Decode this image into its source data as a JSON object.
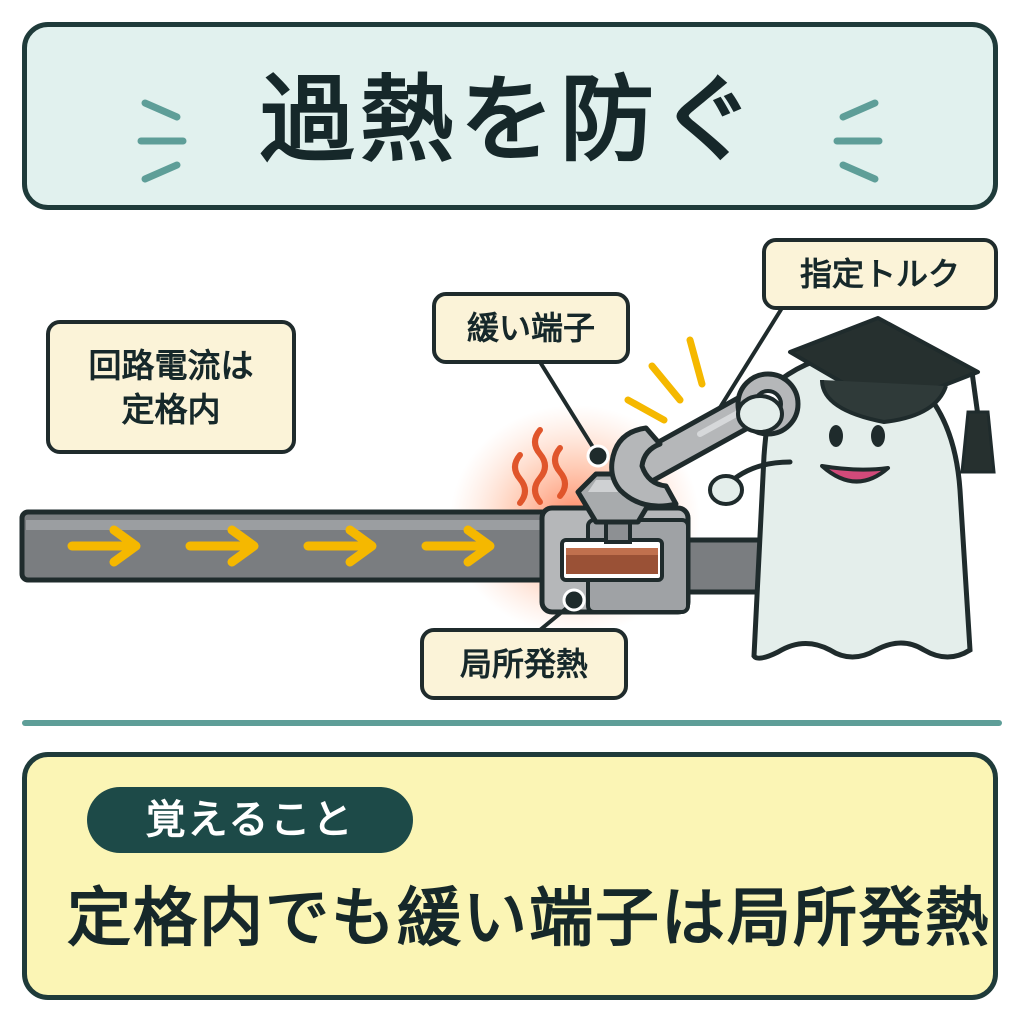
{
  "title": {
    "text": "過熱を防ぐ"
  },
  "labels": {
    "circuit_current_line1": "回路電流は",
    "circuit_current_line2": "定格内",
    "loose_terminal": "緩い端子",
    "specified_torque": "指定トルク",
    "local_heating": "局所発熱"
  },
  "memo": {
    "badge": "覚えること",
    "text": "定格内でも緩い端子は局所発熱"
  },
  "colors": {
    "title_bg": "#e1f1ee",
    "memo_bg": "#fbf5b5",
    "label_bg": "#fbf3d8",
    "accent_teal": "#5e9e98",
    "badge_bg": "#1d4a48",
    "arrow_yellow": "#f5b800",
    "heat_orange": "#ff6a3a",
    "wire_gray": "#7a7d80"
  }
}
